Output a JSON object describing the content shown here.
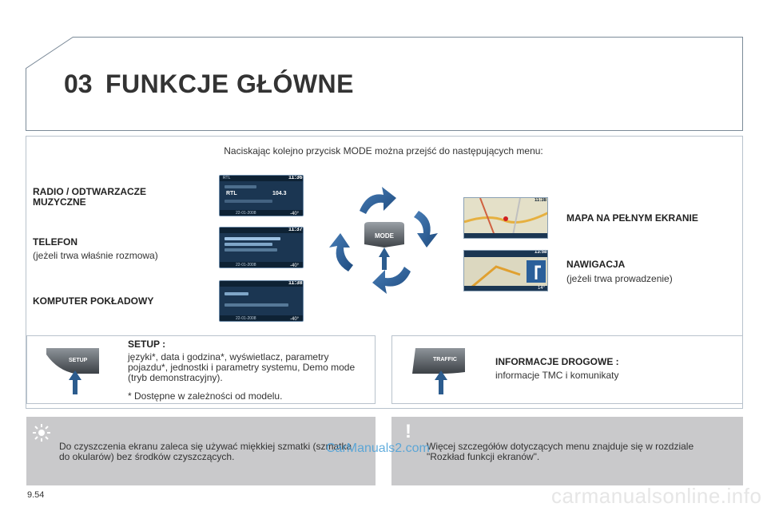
{
  "header": {
    "chapter_number": "03",
    "chapter_title": "FUNKCJE GŁÓWNE"
  },
  "intro": "Naciskając kolejno przycisk MODE można przejść do następujących menu:",
  "menus_left": [
    {
      "title": "RADIO / ODTWARZACZE MUZYCZNE",
      "subtitle": ""
    },
    {
      "title": "TELEFON",
      "subtitle": "(jeżeli trwa właśnie rozmowa)"
    },
    {
      "title": "KOMPUTER POKŁADOWY",
      "subtitle": ""
    }
  ],
  "menus_right": [
    {
      "title": "MAPA NA PEŁNYM EKRANIE",
      "subtitle": ""
    },
    {
      "title": "NAWIGACJA",
      "subtitle": "(jeżeli trwa prowadzenie)"
    }
  ],
  "mode_button": {
    "label": "MODE"
  },
  "setup": {
    "button_label": "SETUP",
    "title": "SETUP :",
    "text": "języki*, data i godzina*, wyświetlacz, parametry pojazdu*, jednostki i parametry systemu, Demo mode (tryb demonstracyjny).",
    "note": "* Dostępne w zależności od modelu."
  },
  "traffic": {
    "button_label": "TRAFFIC",
    "title": "INFORMACJE DROGOWE :",
    "text": "informacje TMC i komunikaty"
  },
  "tips": {
    "left": "Do czyszczenia ekranu zaleca się używać miękkiej szmatki (szmatka do okularów) bez środków czyszczących.",
    "right": "Więcej szczegółów dotyczących menu znajduje się w rozdziale \"Rozkład funkcji ekranów\"."
  },
  "screens": {
    "radio": {
      "station": "RTL",
      "freq": "104.3",
      "clock": "11:36",
      "date": "22-01-2008",
      "temp": "-40°"
    },
    "phone": {
      "clock": "11:37",
      "date": "22-01-2008",
      "temp": "-40°"
    },
    "trip": {
      "clock": "11:38",
      "date": "22-01-2008",
      "temp": "-40°"
    },
    "map": {
      "clock": "11:38"
    },
    "nav": {
      "clock": "13:58",
      "temp": "14°"
    }
  },
  "page_number": "9.54",
  "watermark": "CarManuals2.com",
  "footer_watermark": "carmanualsonline.info",
  "colors": {
    "accent_blue": "#2c5c8e",
    "tip_bg": "#c9c9cb",
    "frame": "#7b8a98"
  }
}
